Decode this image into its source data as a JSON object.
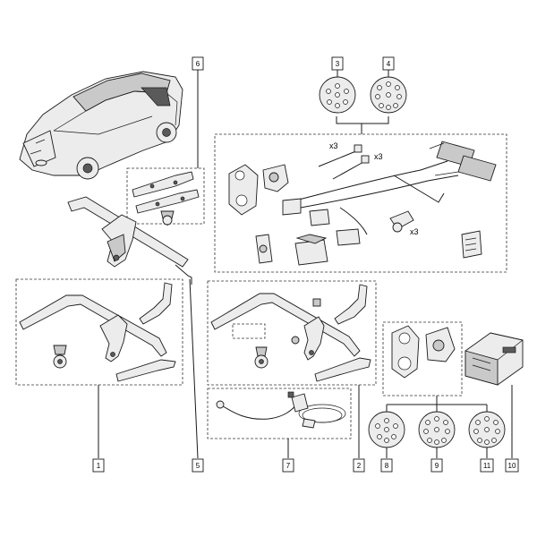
{
  "callouts": [
    {
      "id": "c1",
      "label": "1"
    },
    {
      "id": "c2",
      "label": "2"
    },
    {
      "id": "c3",
      "label": "3"
    },
    {
      "id": "c4",
      "label": "4"
    },
    {
      "id": "c5",
      "label": "5"
    },
    {
      "id": "c6",
      "label": "6"
    },
    {
      "id": "c7",
      "label": "7"
    },
    {
      "id": "c8",
      "label": "8"
    },
    {
      "id": "c9",
      "label": "9"
    },
    {
      "id": "c10",
      "label": "10"
    },
    {
      "id": "c11",
      "label": "11"
    }
  ],
  "quantity_marks": {
    "cable_ties": "x3",
    "clip_small": "x3",
    "clips": "x3"
  },
  "colors": {
    "line": "#1a1a1a",
    "dash": "#333333",
    "fill_light": "#f4f4f4",
    "fill_mid": "#d8d8d8",
    "fill_dark": "#9a9a9a"
  }
}
